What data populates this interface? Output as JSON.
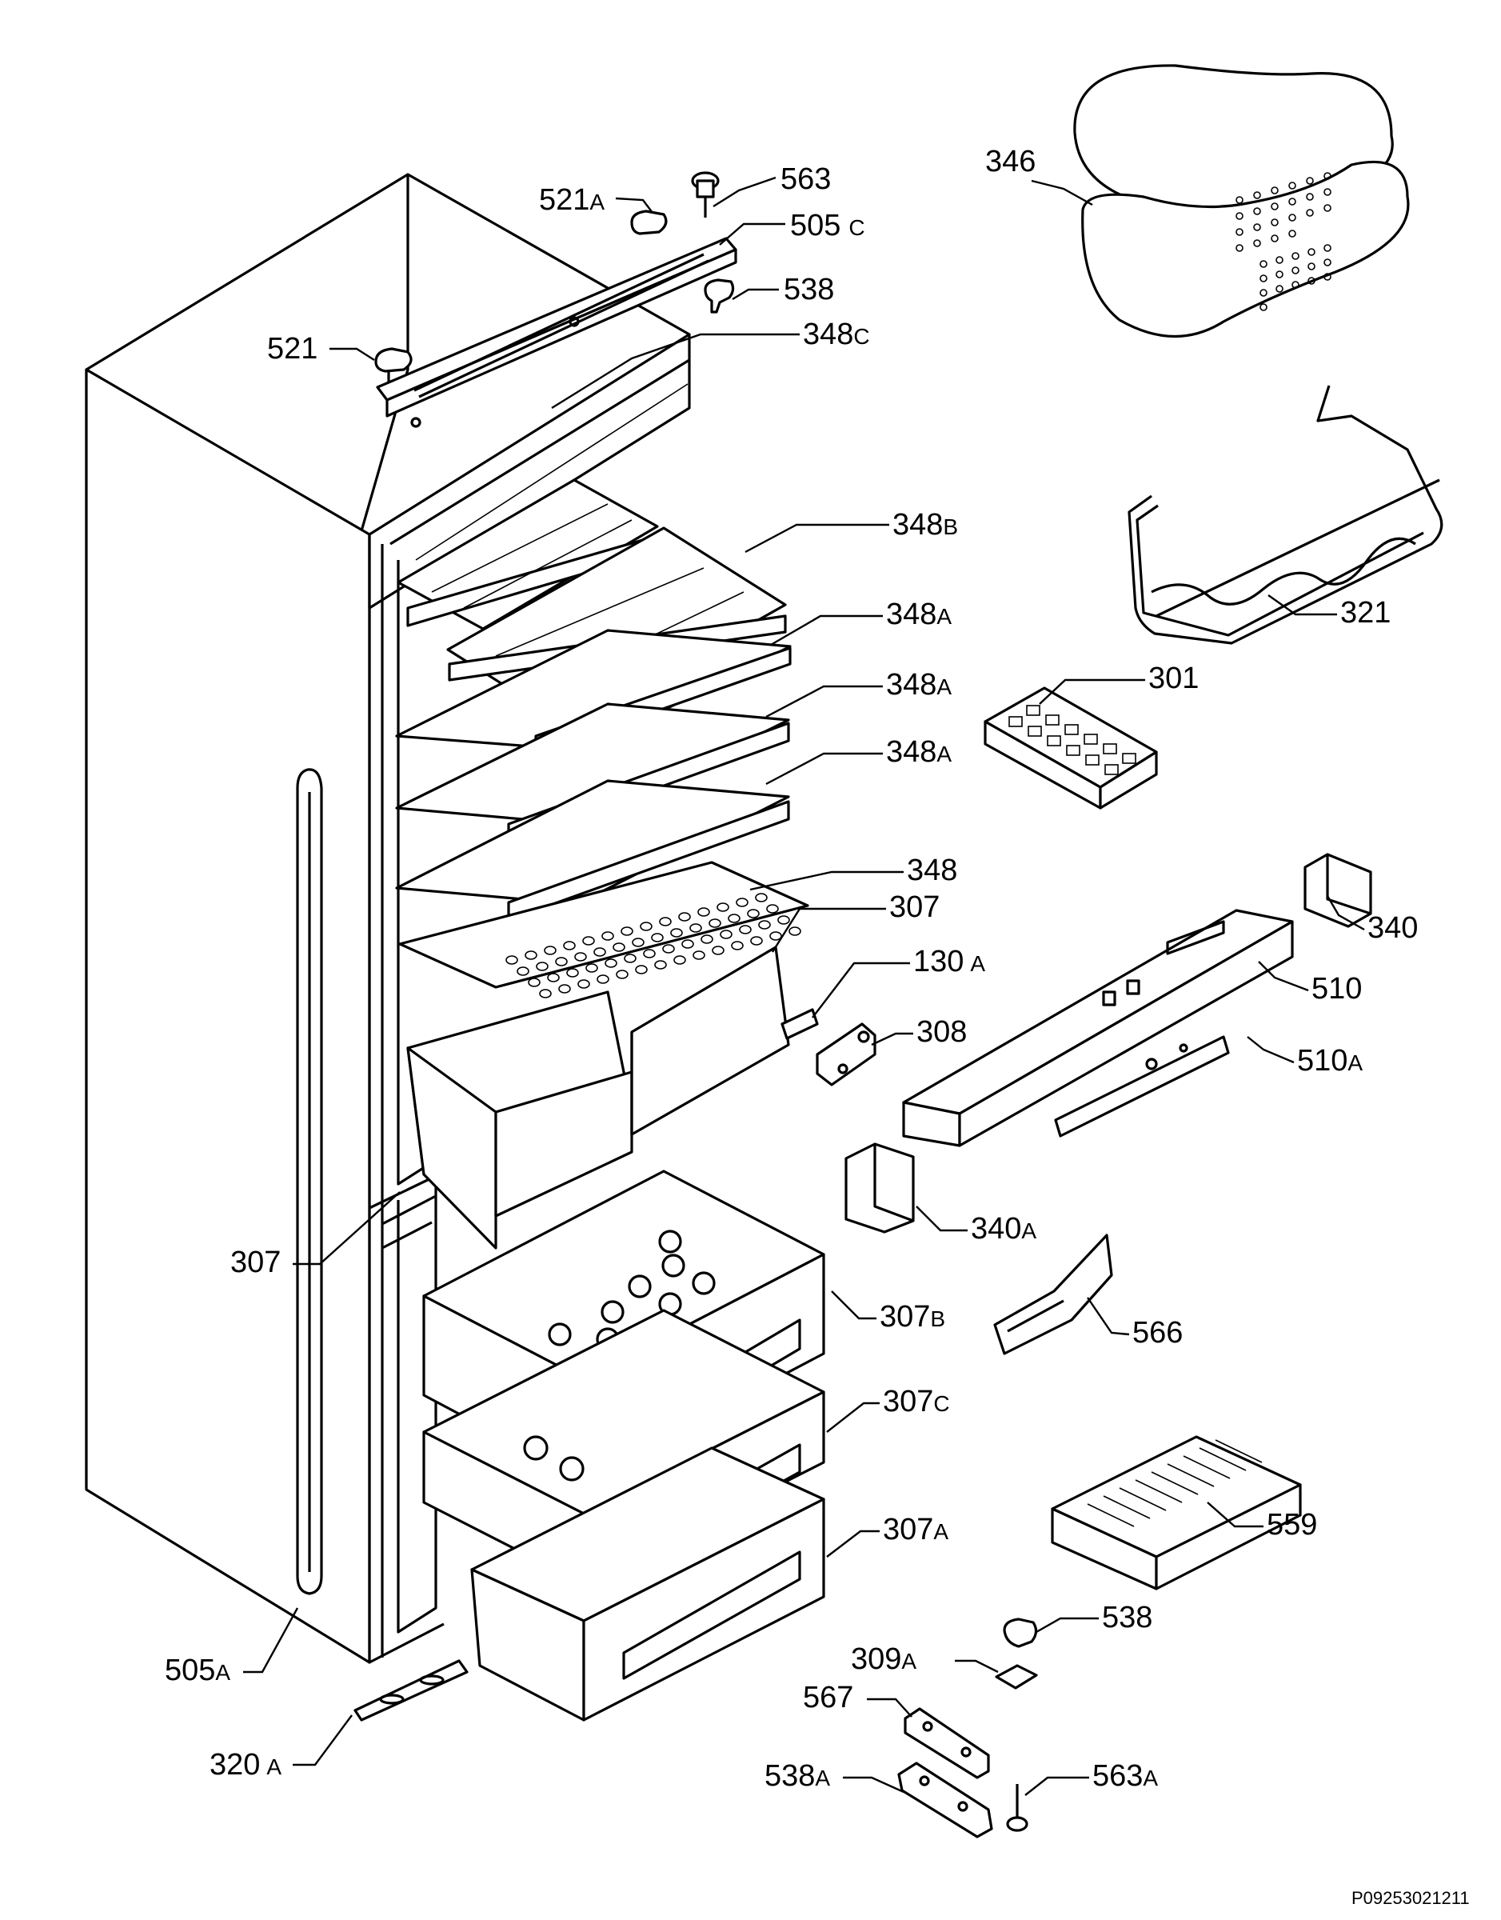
{
  "diagram": {
    "footer_code": "P09253021211",
    "labels": [
      {
        "id": "563",
        "num": "563",
        "suffix": ""
      },
      {
        "id": "521A",
        "num": "521",
        "suffix": "A"
      },
      {
        "id": "505C",
        "num": "505",
        "suffix": "C"
      },
      {
        "id": "538-top",
        "num": "538",
        "suffix": ""
      },
      {
        "id": "521",
        "num": "521",
        "suffix": ""
      },
      {
        "id": "346",
        "num": "346",
        "suffix": ""
      },
      {
        "id": "348C",
        "num": "348",
        "suffix": "C"
      },
      {
        "id": "348B",
        "num": "348",
        "suffix": "B"
      },
      {
        "id": "348A-1",
        "num": "348",
        "suffix": "A"
      },
      {
        "id": "348A-2",
        "num": "348",
        "suffix": "A"
      },
      {
        "id": "348A-3",
        "num": "348",
        "suffix": "A"
      },
      {
        "id": "321",
        "num": "321",
        "suffix": ""
      },
      {
        "id": "301",
        "num": "301",
        "suffix": ""
      },
      {
        "id": "348",
        "num": "348",
        "suffix": ""
      },
      {
        "id": "307-top",
        "num": "307",
        "suffix": ""
      },
      {
        "id": "340",
        "num": "340",
        "suffix": ""
      },
      {
        "id": "130A",
        "num": "130",
        "suffix": "A"
      },
      {
        "id": "510",
        "num": "510",
        "suffix": ""
      },
      {
        "id": "308",
        "num": "308",
        "suffix": ""
      },
      {
        "id": "510A",
        "num": "510",
        "suffix": "A"
      },
      {
        "id": "340A",
        "num": "340",
        "suffix": "A"
      },
      {
        "id": "307-left",
        "num": "307",
        "suffix": ""
      },
      {
        "id": "307B",
        "num": "307",
        "suffix": "B"
      },
      {
        "id": "566",
        "num": "566",
        "suffix": ""
      },
      {
        "id": "307C",
        "num": "307",
        "suffix": "C"
      },
      {
        "id": "559",
        "num": "559",
        "suffix": ""
      },
      {
        "id": "307A",
        "num": "307",
        "suffix": "A"
      },
      {
        "id": "538-bottom",
        "num": "538",
        "suffix": ""
      },
      {
        "id": "309A",
        "num": "309",
        "suffix": "A"
      },
      {
        "id": "505A",
        "num": "505",
        "suffix": "A"
      },
      {
        "id": "567",
        "num": "567",
        "suffix": ""
      },
      {
        "id": "320A",
        "num": "320",
        "suffix": "A"
      },
      {
        "id": "538A",
        "num": "538",
        "suffix": "A"
      },
      {
        "id": "563A",
        "num": "563",
        "suffix": "A"
      }
    ]
  }
}
